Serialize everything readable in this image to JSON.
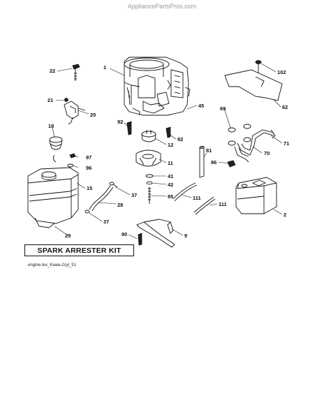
{
  "watermark": "AppliancePartsPros.com",
  "kit_label": "SPARK ARRESTER KIT",
  "caption": "engine-tex_Kawa-2cyl_51",
  "callouts": {
    "c1": "1",
    "c2": "2",
    "c9": "9",
    "c11": "11",
    "c12": "12",
    "c15": "15",
    "c18": "18",
    "c20": "20",
    "c21": "21",
    "c22": "22",
    "c28": "28",
    "c29": "29",
    "c37a": "37",
    "c37b": "37",
    "c41": "41",
    "c42": "42",
    "c45": "45",
    "c62": "62",
    "c69": "69",
    "c70": "70",
    "c71": "71",
    "c81": "81",
    "c85": "85",
    "c86": "86",
    "c90": "90",
    "c92a": "92",
    "c92b": "92",
    "c96": "96",
    "c97": "97",
    "c102": "102",
    "c111a": "111",
    "c111b": "111"
  }
}
